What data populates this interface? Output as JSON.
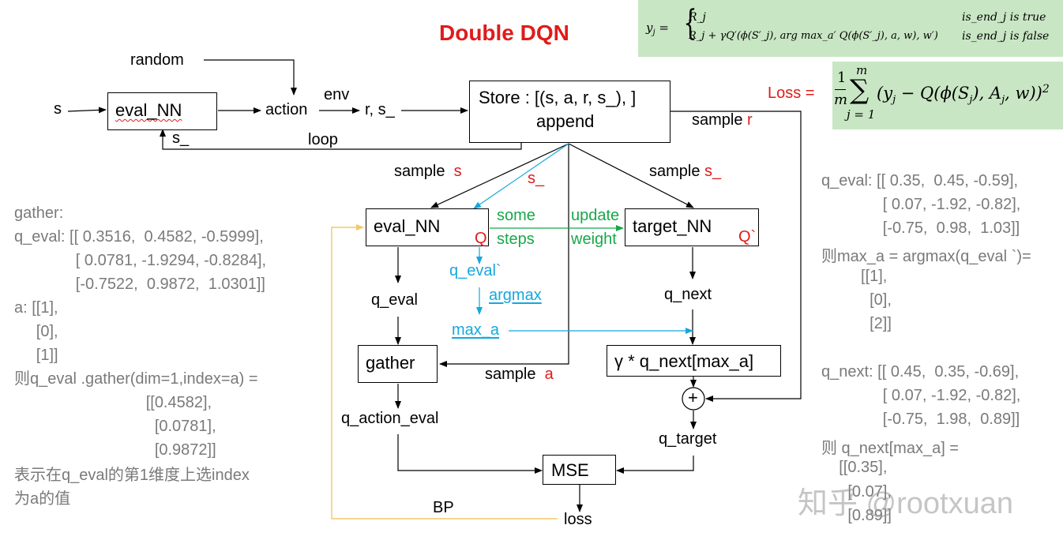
{
  "title": "Double DQN",
  "formula_box": {
    "lhs": "y",
    "lhs_sub": "j",
    "eq": "=",
    "case1_expr": "R_j",
    "case1_cond": "is_end_j is true",
    "case2_expr": "R_j + γQ′(ϕ(S′_j), arg max_a′ Q(ϕ(S′_j), a, w), w′)",
    "case2_cond": "is_end_j is false",
    "bg_color": "#c9e6c4"
  },
  "loss_formula": {
    "label": "Loss =",
    "frac_num": "1",
    "frac_den": "m",
    "sum_top": "m",
    "sum_bottom": "j = 1",
    "sum_sign": "∑",
    "body": "(y",
    "body_sub": "j",
    "body2": " − Q(ϕ(S",
    "body2_sub": "j",
    "body3": "), A",
    "body3_sub": "j",
    "body4": ", w))",
    "power": "2",
    "bg_color": "#c9e6c4"
  },
  "flow": {
    "s_input": "s",
    "eval_nn_top": "eval_NN",
    "random": "random",
    "action": "action",
    "env": "env",
    "r_s": "r, s_",
    "store_line1": "Store : [(s, a, r, s_), ]",
    "store_line2": "append",
    "s_back": "s_",
    "loop": "loop",
    "sample_r_text": "sample",
    "sample_r_var": "r",
    "sample_s_text": "sample",
    "sample_s_var": "s",
    "s_blue": "s_",
    "sample_s2_text": "sample",
    "sample_s2_var": "s_",
    "eval_nn": "eval_NN",
    "eval_q": "Q",
    "target_nn": "target_NN",
    "target_q": "Q`",
    "some": "some",
    "steps": "steps",
    "update": "update",
    "weight": "weight",
    "q_eval_prime": "q_eval`",
    "argmax": "argmax",
    "max_a": "max_a",
    "q_eval": "q_eval",
    "q_next": "q_next",
    "gather": "gather",
    "sample_a_text": "sample",
    "sample_a_var": "a",
    "gamma_box": "γ * q_next[max_a]",
    "plus": "+",
    "q_action_eval": "q_action_eval",
    "q_target": "q_target",
    "mse": "MSE",
    "bp": "BP",
    "loss": "loss"
  },
  "left_note": {
    "lines": [
      "gather:",
      "q_eval: [[ 0.3516,  0.4582, -0.5999],",
      "              [ 0.0781, -1.9294, -0.8284],",
      "              [-0.7522,  0.9872,  1.0301]]",
      "a: [[1],",
      "     [0],",
      "     [1]]",
      "则q_eval .gather(dim=1,index=a) =",
      "                              [[0.4582],",
      "                                [0.0781],",
      "                                [0.9872]]",
      "表示在q_eval的第1维度上选index",
      "为a的值"
    ]
  },
  "right_note": {
    "lines": [
      "q_eval: [[ 0.35,  0.45, -0.59],",
      "              [ 0.07, -1.92, -0.82],",
      "              [-0.75,  0.98,  1.03]]",
      "则max_a = argmax(q_eval `)=",
      "         [[1],",
      "           [0],",
      "           [2]]",
      "",
      "q_next: [[ 0.45,  0.35, -0.69],",
      "              [ 0.07, -1.92, -0.82],",
      "              [-0.75,  1.98,  0.89]]",
      "则 q_next[max_a] =",
      "    [[0.35],",
      "      [0.07],",
      "      [0.89]]"
    ]
  },
  "watermark": "知乎 @rootxuan",
  "colors": {
    "red": "#e01b1b",
    "green": "#17a84a",
    "blue": "#16a7dd",
    "gray": "#7a7a7a",
    "bp_line": "#f2c86b"
  }
}
